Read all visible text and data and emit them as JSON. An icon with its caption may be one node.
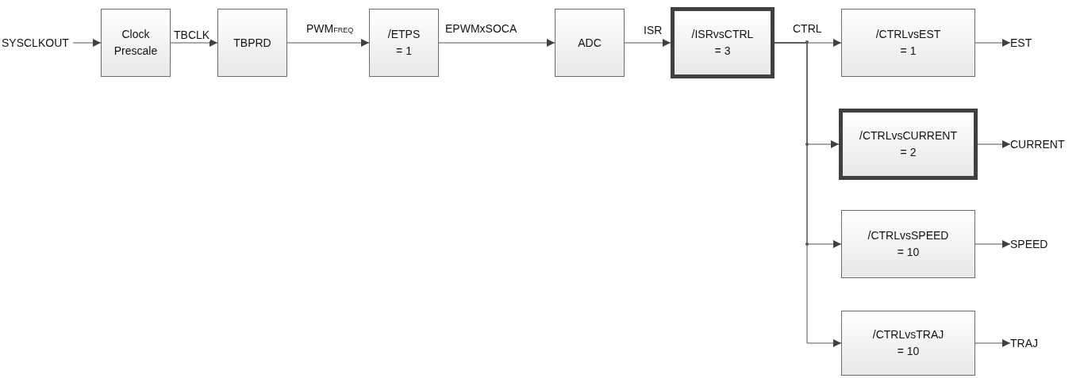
{
  "diagram": {
    "nodes": [
      {
        "text": [
          "SYSCLKOUT"
        ]
      },
      {
        "text": [
          "Clock Prescale"
        ]
      },
      {
        "text": [
          "TBPRD"
        ]
      },
      {
        "text": [
          "/ETPS = 1"
        ]
      },
      {
        "text": [
          "ADC"
        ]
      },
      {
        "text": [
          "/ISRvsCTRL = 3"
        ]
      },
      {
        "text": [
          "/CTRLvsEST = 1"
        ]
      },
      {
        "text": [
          "/CTRLvsCURRENT = 2"
        ]
      },
      {
        "text": [
          "/CTRLvsSPEED = 10"
        ]
      },
      {
        "text": [
          "/CTRLvsTRAJ = 10"
        ]
      },
      {
        "text": [
          "EST"
        ]
      },
      {
        "text": [
          "CURRENT"
        ]
      },
      {
        "text": [
          "SPEED"
        ]
      },
      {
        "text": [
          "TRAJ"
        ]
      }
    ],
    "edges": [
      {
        "from": 0,
        "to": 1,
        "arrow": "to"
      },
      {
        "from": 1,
        "to": 2,
        "arrow": "to",
        "label": "TBCLK"
      },
      {
        "from": 2,
        "to": 3,
        "arrow": "to",
        "label": "PWM$_{FREQ}$"
      },
      {
        "from": 3,
        "to": 4,
        "arrow": "to",
        "label": "EPWMxSOCA"
      },
      {
        "from": 4,
        "to": 5,
        "arrow": "to",
        "label": "ISR"
      },
      {
        "from": 5,
        "to": 6,
        "arrow": "to",
        "label": "CTRL"
      },
      {
        "from": 5,
        "to": 7,
        "arrow": "to"
      },
      {
        "from": 5,
        "to": 8,
        "arrow": "to"
      },
      {
        "from": 5,
        "to": 9,
        "arrow": "to"
      },
      {
        "from": 6,
        "to": 10,
        "arrow": "to"
      },
      {
        "from": 7,
        "to": 11,
        "arrow": "to"
      },
      {
        "from": 8,
        "to": 12,
        "arrow": "to"
      },
      {
        "from": 9,
        "to": 13,
        "arrow": "to"
      }
    ]
  }
}
